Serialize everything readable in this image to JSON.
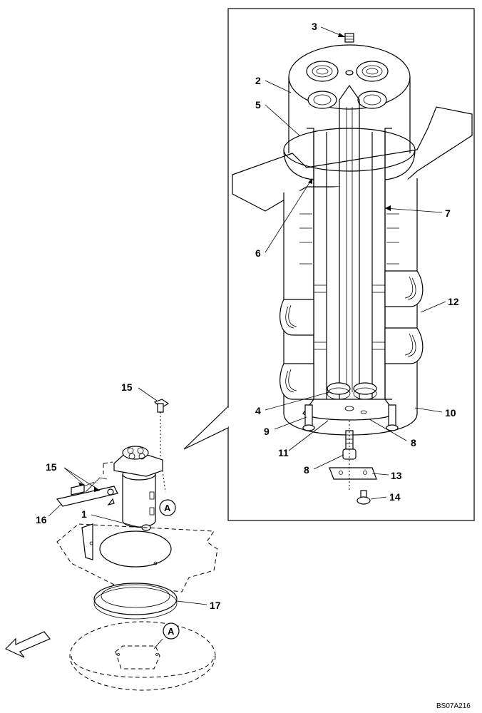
{
  "drawing_code": "BS07A216",
  "callouts": {
    "c1": "1",
    "c2": "2",
    "c3": "3",
    "c4": "4",
    "c5": "5",
    "c6": "6",
    "c7": "7",
    "c8a": "8",
    "c8b": "8",
    "c9": "9",
    "c10": "10",
    "c11": "11",
    "c12": "12",
    "c13": "13",
    "c14": "14",
    "c15a": "15",
    "c15b": "15",
    "c16": "16",
    "c17": "17"
  },
  "detail_refs": {
    "upper": "A",
    "lower": "A"
  }
}
